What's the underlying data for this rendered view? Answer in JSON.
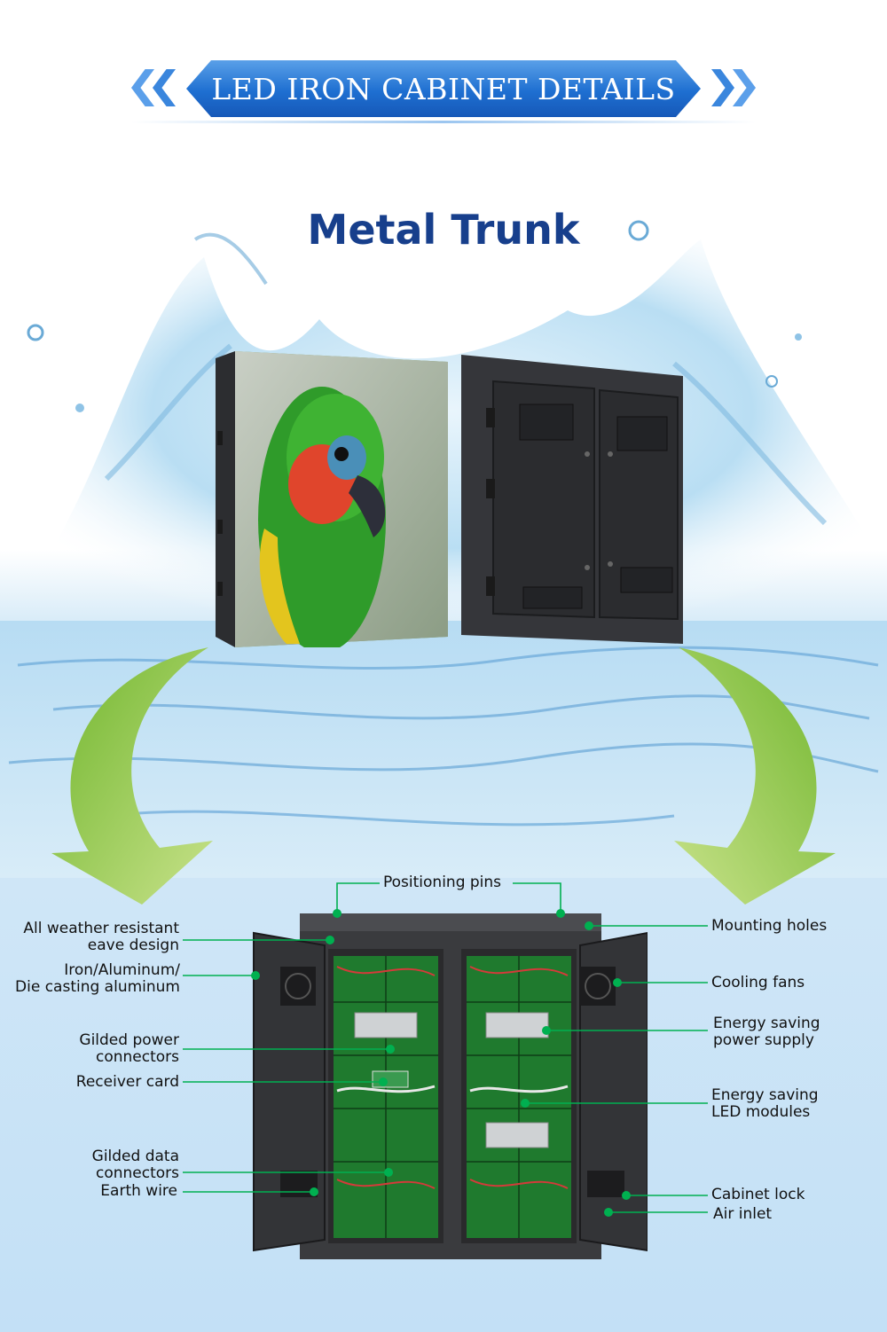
{
  "banner": {
    "title": "LED IRON CABINET DETAILS"
  },
  "subtitle": "Metal Trunk",
  "labels": {
    "positioning_pins": "Positioning pins",
    "mounting_holes": "Mounting holes",
    "eave_design_line1": "All weather resistant",
    "eave_design_line2": "eave design",
    "material_line1": "Iron/Aluminum/",
    "material_line2": "Die casting aluminum",
    "cooling_fans": "Cooling fans",
    "power_supply_line1": "Energy saving",
    "power_supply_line2": "power supply",
    "power_connectors_line1": "Gilded power",
    "power_connectors_line2": "connectors",
    "receiver_card": "Receiver card",
    "led_modules_line1": "Energy saving",
    "led_modules_line2": "LED modules",
    "data_connectors_line1": "Gilded data",
    "data_connectors_line2": "connectors",
    "earth_wire": "Earth wire",
    "cabinet_lock": "Cabinet lock",
    "air_inlet": "Air inlet"
  },
  "colors": {
    "banner_blue": "#1e6fd1",
    "subtitle_navy": "#173f8c",
    "arrow_green": "#8cc63f",
    "leader_green": "#00b050",
    "cabinet_dark": "#2f3033"
  }
}
